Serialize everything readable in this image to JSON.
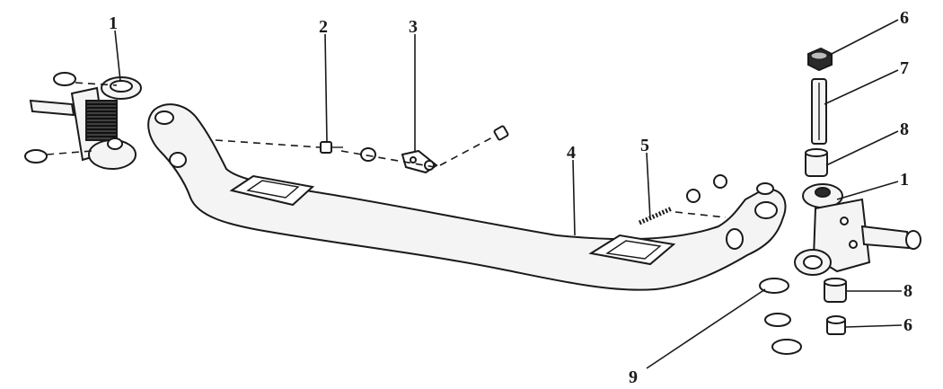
{
  "callouts": [
    {
      "id": "c1-left",
      "label": "1"
    },
    {
      "id": "c2",
      "label": "2"
    },
    {
      "id": "c3",
      "label": "3"
    },
    {
      "id": "c4",
      "label": "4"
    },
    {
      "id": "c5",
      "label": "5"
    },
    {
      "id": "c6-top",
      "label": "6"
    },
    {
      "id": "c7",
      "label": "7"
    },
    {
      "id": "c8-top",
      "label": "8"
    },
    {
      "id": "c1-right",
      "label": "1"
    },
    {
      "id": "c8-bottom",
      "label": "8"
    },
    {
      "id": "c6-bottom",
      "label": "6"
    },
    {
      "id": "c9",
      "label": "9"
    }
  ]
}
